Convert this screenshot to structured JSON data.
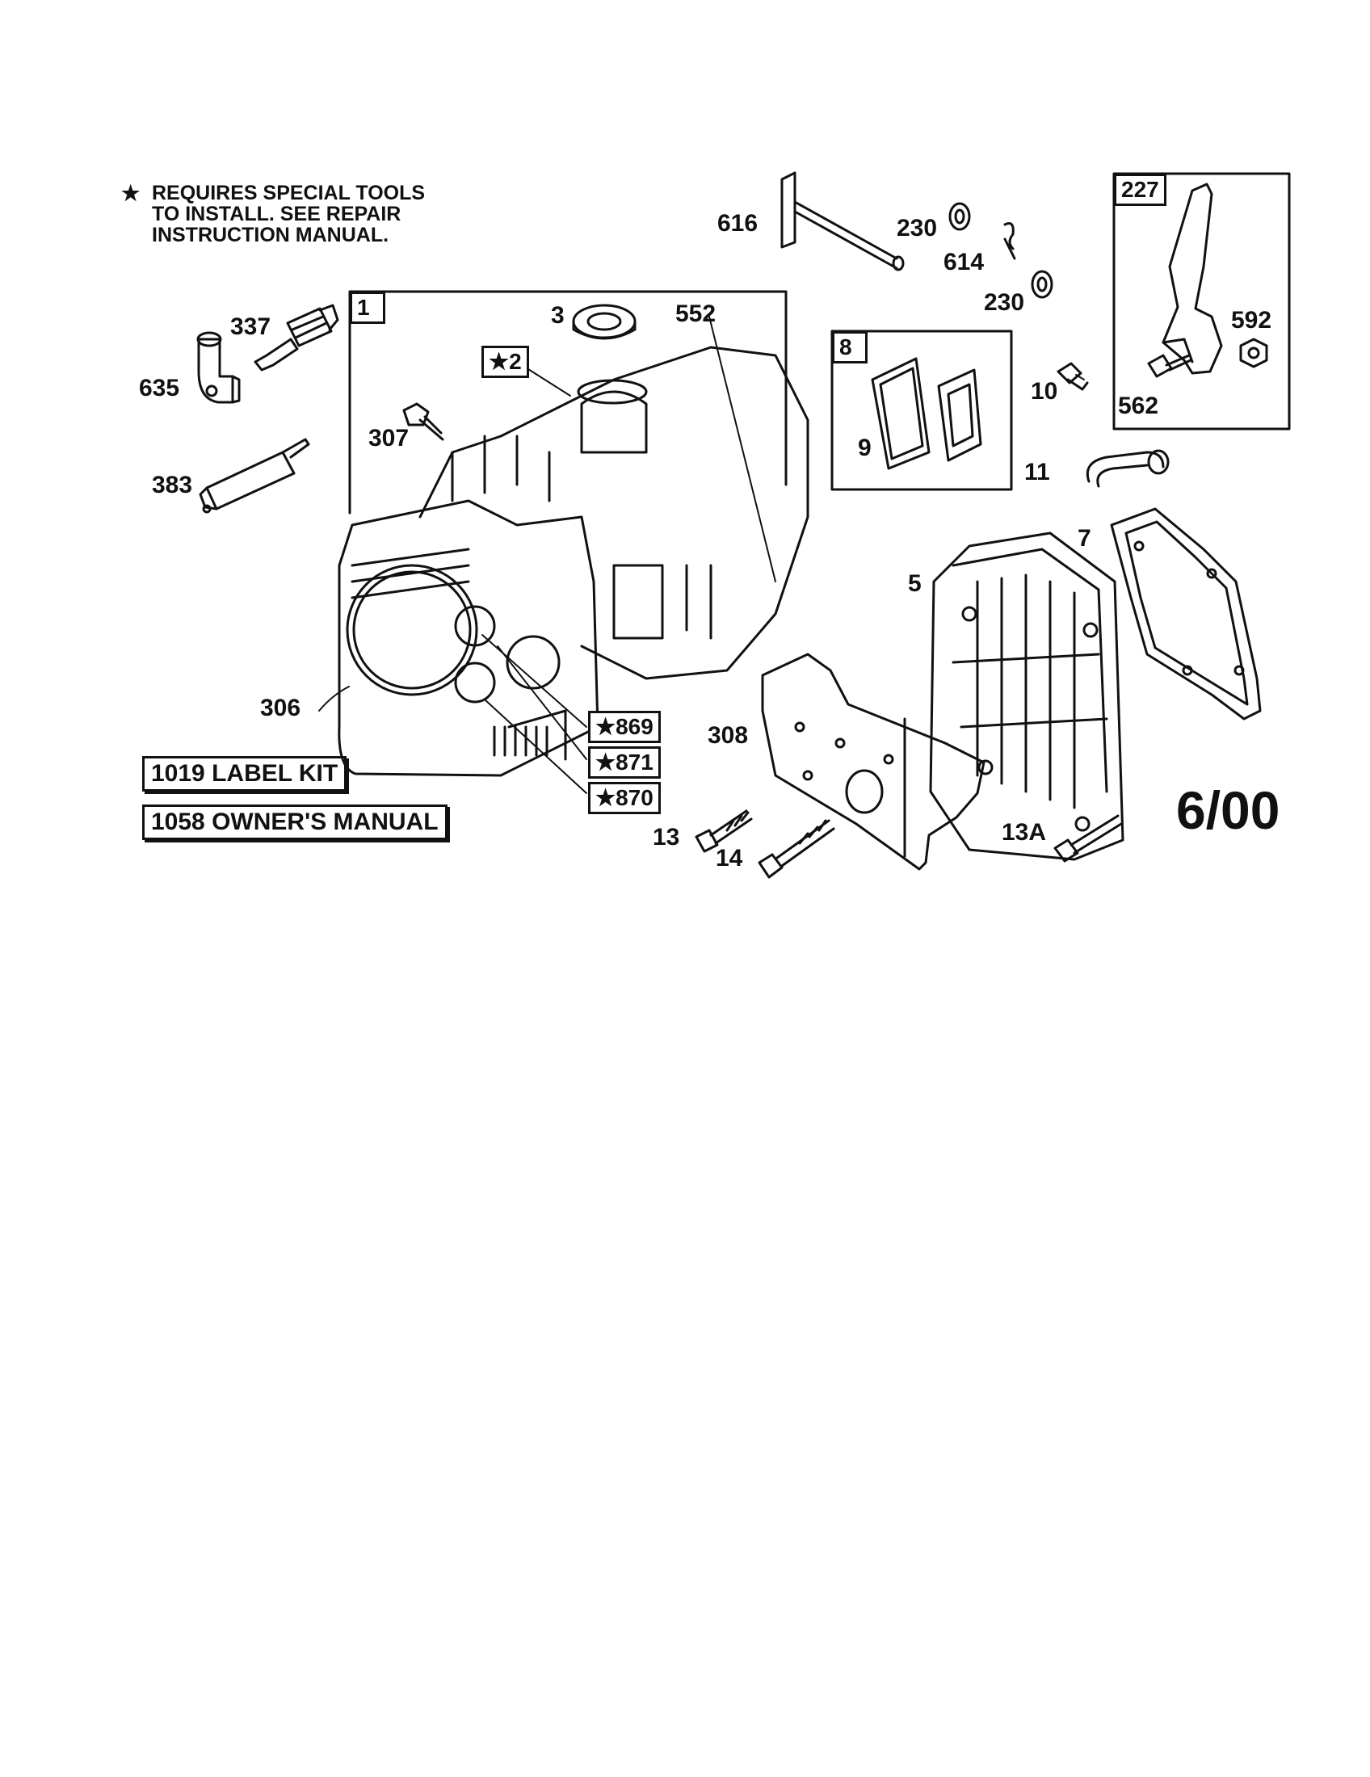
{
  "note": {
    "star": "★",
    "lines": [
      "REQUIRES SPECIAL TOOLS",
      "TO INSTALL.  SEE REPAIR",
      "INSTRUCTION MANUAL."
    ]
  },
  "callouts": {
    "p1": "1",
    "p2": "★2",
    "p3": "3",
    "p5": "5",
    "p7": "7",
    "p8": "8",
    "p9": "9",
    "p10": "10",
    "p11": "11",
    "p13": "13",
    "p13a": "13A",
    "p14": "14",
    "p227": "227",
    "p230a": "230",
    "p230b": "230",
    "p306": "306",
    "p307": "307",
    "p308": "308",
    "p337": "337",
    "p383": "383",
    "p552": "552",
    "p562": "562",
    "p592": "592",
    "p614": "614",
    "p616": "616",
    "p635": "635",
    "p869": "★869",
    "p871": "★871",
    "p870": "★870"
  },
  "kits": {
    "label_kit": "1019 LABEL KIT",
    "owners_manual": "1058 OWNER'S MANUAL"
  },
  "date": "6/00"
}
